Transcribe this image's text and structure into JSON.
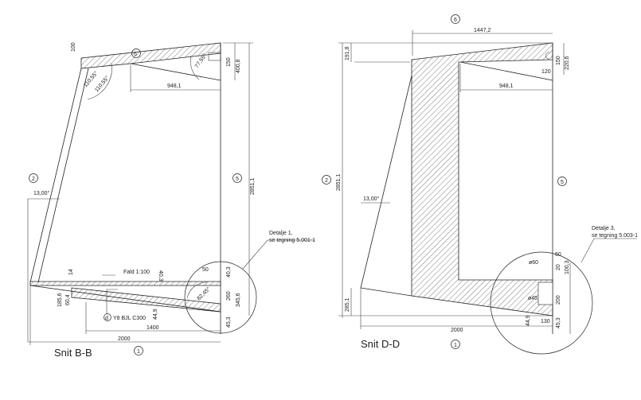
{
  "section_bb": {
    "title": "Snit B-B",
    "markers": {
      "top": "6",
      "left": "2",
      "right": "5",
      "bottom": "1"
    },
    "dims": {
      "d100": "100",
      "d150": "150",
      "d400_8": "400,8",
      "d948_1": "948,1",
      "a110_55_a": "110,55°",
      "a110_55_b": "110,55°",
      "a77_55": "77,55°",
      "a13": "13,00°",
      "d2851_1": "2851,1",
      "d14": "14",
      "fald": "Fald 1:100",
      "d40_3_top": "40,3",
      "d50": "50",
      "d40_3": "40,3",
      "a82_45": "82,45°",
      "d260": "260",
      "d345_6": "345,6",
      "d185_6": "185,6",
      "d60_4": "60,4",
      "d44_9": "44,9",
      "d45_3": "45,3",
      "d1400": "1400",
      "d2000": "2000"
    },
    "rebar_marker": "d",
    "rebar_label": "Y8 BJL C300",
    "callout": [
      "Detalje 1,",
      "se tegning 5.001-1"
    ]
  },
  "section_dd": {
    "title": "Snit D-D",
    "markers": {
      "top": "6",
      "left": "2",
      "right": "5",
      "bottom": "1"
    },
    "dims": {
      "d1447_2": "1447,2",
      "d191_8": "191,8",
      "d150": "150",
      "d220_6": "220,6",
      "d120": "120",
      "d948_1": "948,1",
      "d2851_1": "2851,1",
      "a13": "13,00°",
      "d60": "60",
      "phi60": "ø60",
      "d20": "20",
      "d100_3": "100,3",
      "phi45": "ø45",
      "d200": "200",
      "d285_1": "285,1",
      "d44_9": "44,9",
      "d130": "130",
      "d45_3": "45,3",
      "d2000": "2000"
    },
    "callout": [
      "Detalje 3,",
      "se tegning 5.003-1"
    ]
  }
}
